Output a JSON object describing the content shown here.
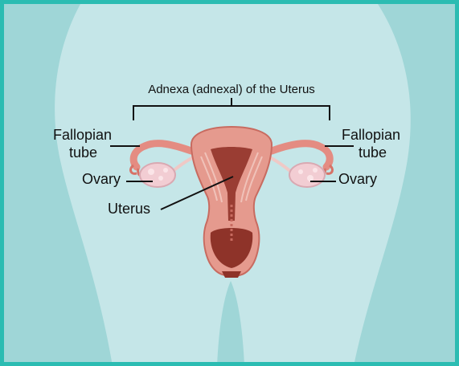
{
  "diagram": {
    "title": "Adnexa (adnexal) of the Uterus",
    "labels": {
      "fallopian_left_1": "Fallopian",
      "fallopian_left_2": "tube",
      "fallopian_right_1": "Fallopian",
      "fallopian_right_2": "tube",
      "ovary_left": "Ovary",
      "ovary_right": "Ovary",
      "uterus": "Uterus"
    },
    "colors": {
      "frame": "#2bbcb2",
      "background": "#c5e6e8",
      "body_shadow": "#9fd6d7",
      "uterus_outer": "#e59a8e",
      "uterus_inner": "#9a3d33",
      "ovary": "#f2cdd3",
      "label_line": "#111111"
    }
  }
}
